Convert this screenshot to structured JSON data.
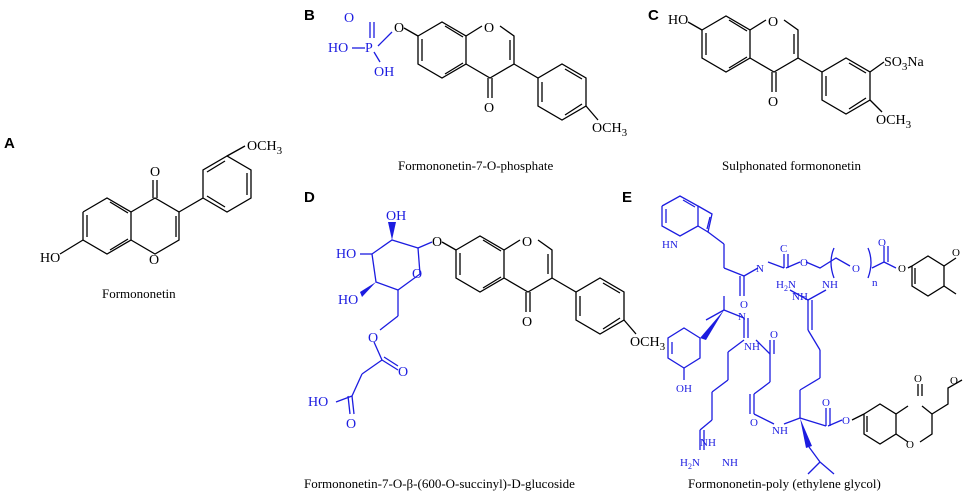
{
  "panels": {
    "A": {
      "letter": "A",
      "caption": "Formononetin"
    },
    "B": {
      "letter": "B",
      "caption": "Formononetin-7-O-phosphate"
    },
    "C": {
      "letter": "C",
      "caption": "Sulphonated formononetin"
    },
    "D": {
      "letter": "D",
      "caption": "Formononetin-7-O-β-(600-O-succinyl)-D-glucoside"
    },
    "E": {
      "letter": "E",
      "caption": "Formononetin-poly (ethylene glycol)"
    }
  },
  "atoms": {
    "o": "O",
    "ho": "HO",
    "och3": "OCH",
    "three": "3",
    "so3na_a": "SO",
    "so3na_b": "Na",
    "p": "P",
    "oh": "OH",
    "hn": "HN",
    "nh": "NH",
    "n": "N",
    "h": "H",
    "c": "C",
    "h2n": "H",
    "two": "2",
    "nh2": "NH",
    "sub_n": "n",
    "ome": "O"
  },
  "colors": {
    "structure": "#000000",
    "modification": "#1c1ce0"
  }
}
